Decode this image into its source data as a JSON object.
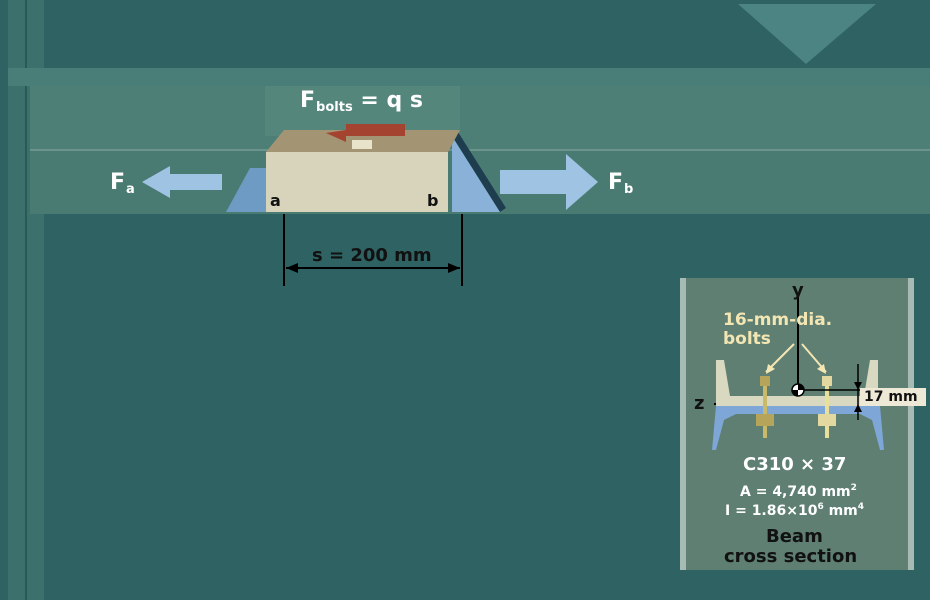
{
  "beam_figure": {
    "force_top": {
      "main": "F",
      "sub": "bolts",
      "rest": "= q s"
    },
    "force_a": {
      "main": "F",
      "sub": "a"
    },
    "force_b": {
      "main": "F",
      "sub": "b"
    },
    "point_a": "a",
    "point_b": "b",
    "spacing": "s = 200 mm"
  },
  "cross_section": {
    "y_axis": "y",
    "z_axis": "z",
    "bolt_label_line1": "16-mm-dia.",
    "bolt_label_line2": "bolts",
    "offset": "17 mm",
    "designation": "C310 × 37",
    "area_prefix": "A = 4,740 mm",
    "area_exp": "2",
    "inertia_prefix": "I = 1.86×10",
    "inertia_exp": "6",
    "inertia_unit": " mm",
    "inertia_unit_exp": "4",
    "caption_line1": "Beam",
    "caption_line2": "cross section"
  },
  "colors": {
    "background": "#2f6262",
    "arrow": "#9fc3e3",
    "plate": "#d7d4bb",
    "bolt_arrow": "#a4432f",
    "panel": "#5e7f72",
    "channel": "#d9d8c0",
    "bolt": "#b5a45a"
  }
}
